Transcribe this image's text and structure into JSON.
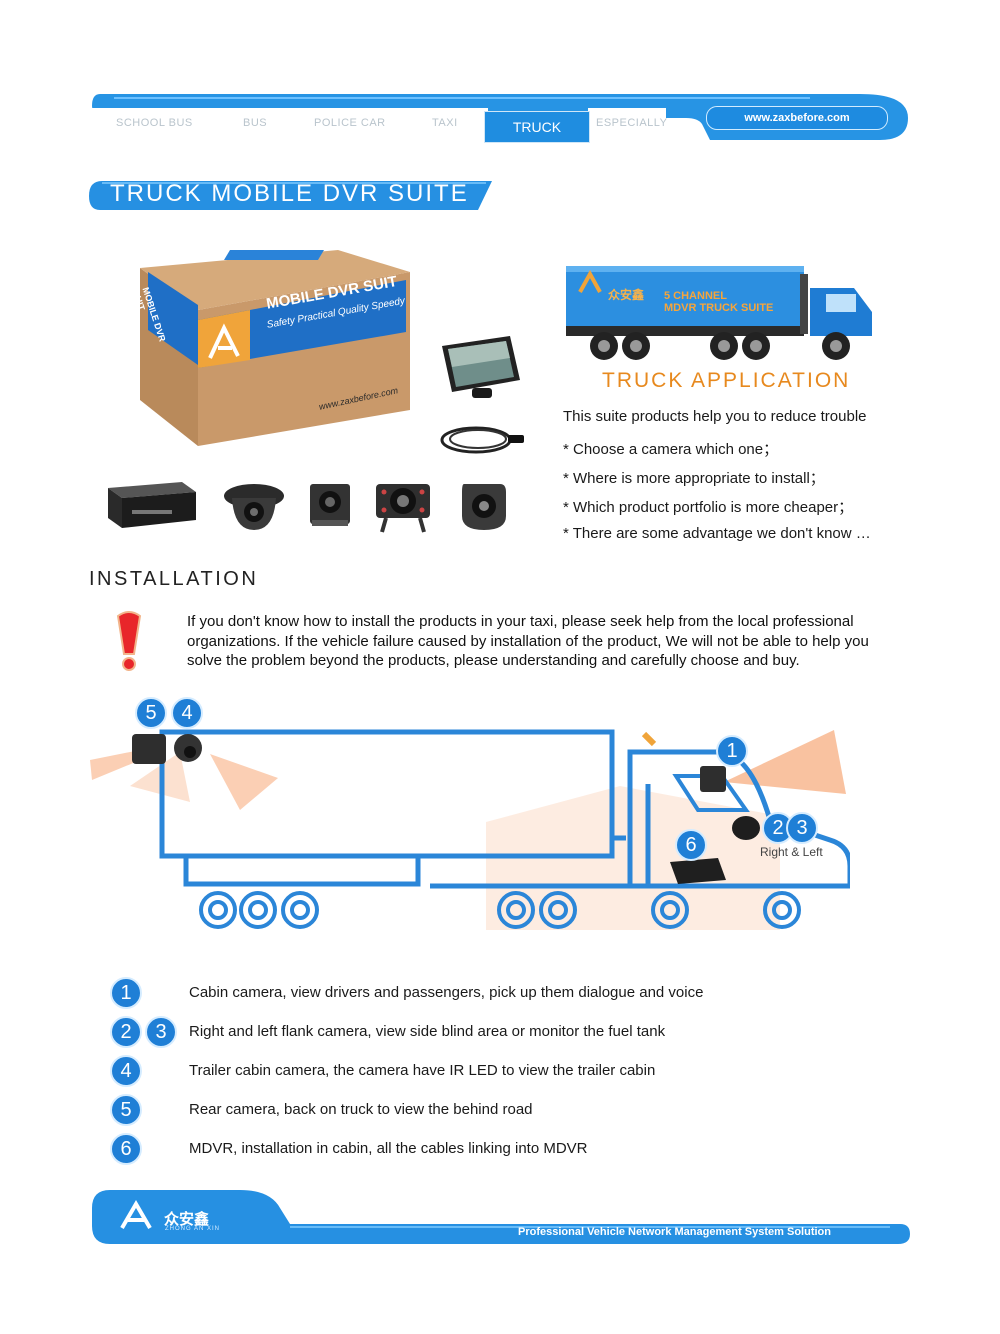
{
  "nav": {
    "items": [
      "SCHOOL BUS",
      "BUS",
      "POLICE CAR",
      "TAXI",
      "TRUCK",
      "ESPECIALLY"
    ],
    "active": "TRUCK",
    "website": "www.zaxbefore.com"
  },
  "section_title": "TRUCK MOBILE DVR SUITE",
  "product_box": {
    "brand_line1": "MOBILE DVR SUIT",
    "brand_line2": "Safety Practical Quality Speedy",
    "side_text": "MOBILE DVR SUIT",
    "url": "www.zaxbefore.com"
  },
  "truck_graphic": {
    "logo_cn": "众安鑫",
    "line1": "5 CHANNEL",
    "line2": "MDVR TRUCK SUITE"
  },
  "truck_application": {
    "title": "TRUCK APPLICATION",
    "intro": "This suite products help you to reduce trouble",
    "bullets": [
      "* Choose a camera which one；",
      "* Where is more appropriate to install；",
      "* Which product portfolio is more cheaper；",
      "* There are some advantage we don't know …"
    ]
  },
  "installation": {
    "title": "INSTALLATION",
    "warning": "If you don't know how to install the products in your taxi, please seek help from the local professional organizations. If the vehicle failure caused by installation of the product, We will not be able to help you solve the problem beyond the products, please understanding and carefully choose and buy."
  },
  "diagram": {
    "markers": [
      "5",
      "4",
      "1",
      "2",
      "3",
      "6"
    ],
    "right_left_label": "Right & Left"
  },
  "legend": [
    {
      "nums": [
        "1"
      ],
      "text": "Cabin camera, view drivers and passengers, pick up them dialogue and voice"
    },
    {
      "nums": [
        "2",
        "3"
      ],
      "text": "Right and left flank camera, view side blind area or monitor the fuel tank"
    },
    {
      "nums": [
        "4"
      ],
      "text": "Trailer cabin camera, the camera have IR LED to view the trailer cabin"
    },
    {
      "nums": [
        "5"
      ],
      "text": "Rear camera, back on truck to view the behind road"
    },
    {
      "nums": [
        "6"
      ],
      "text": "MDVR, installation in cabin, all the cables linking into MDVR"
    }
  ],
  "footer": {
    "logo_cn": "众安鑫",
    "logo_en": "ZHONG AN XIN",
    "slogan": "Professional Vehicle Network Management System Solution"
  },
  "colors": {
    "brand_blue": "#1f8de0",
    "accent_orange": "#e7891e",
    "diagram_blue": "#2b86d8",
    "beam_orange": "#f7a877"
  }
}
